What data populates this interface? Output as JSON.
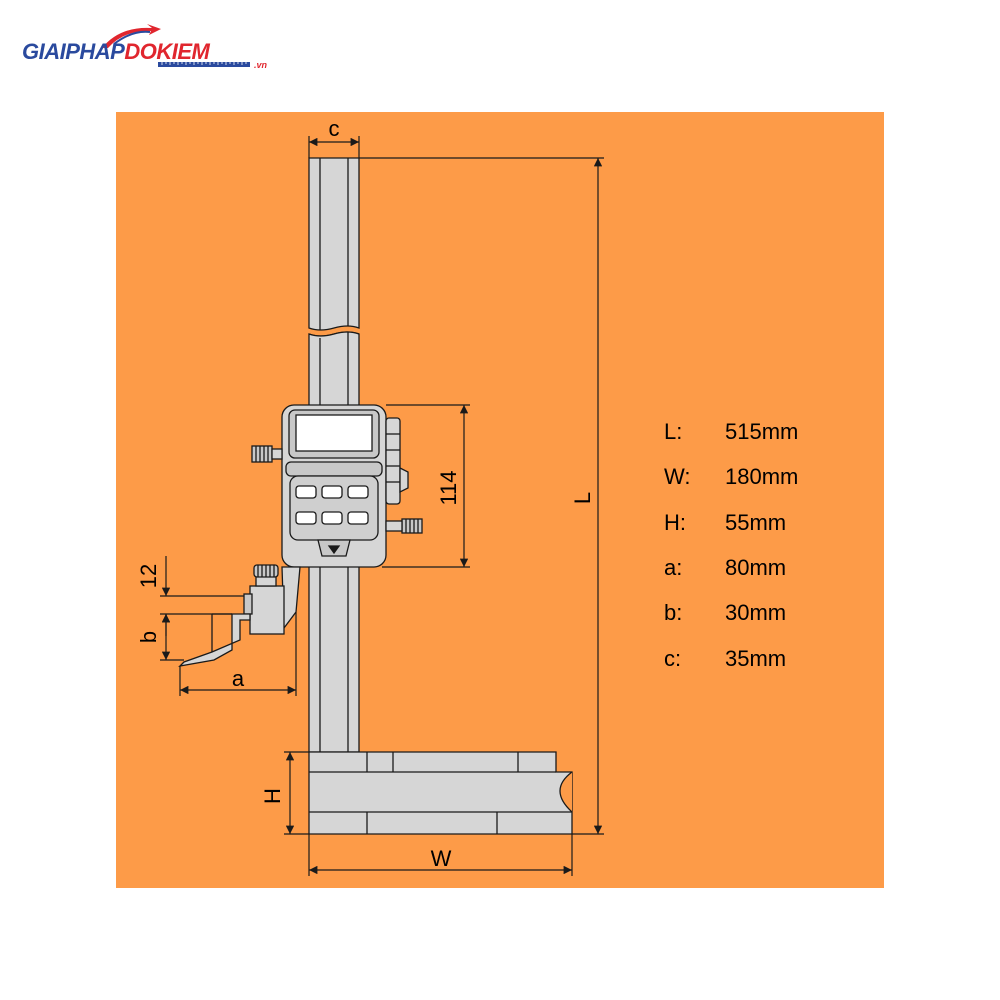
{
  "logo": {
    "text": "GIAIPHAPDOKIEM",
    "text_part1": "GIAIPHAP",
    "text_part2": "DOKIEM",
    "suffix": ".vn",
    "color_blue": "#2a4a9e",
    "color_red": "#e0262e"
  },
  "panel": {
    "background": "#fd9b48"
  },
  "labels": {
    "c": "c",
    "L": "L",
    "dim_114": "114",
    "dim_12": "12",
    "b": "b",
    "a": "a",
    "H": "H",
    "W": "W"
  },
  "specs": [
    {
      "key": "L:",
      "value": "515mm"
    },
    {
      "key": "W:",
      "value": "180mm"
    },
    {
      "key": "H:",
      "value": "55mm"
    },
    {
      "key": "a:",
      "value": "80mm"
    },
    {
      "key": "b:",
      "value": "30mm"
    },
    {
      "key": "c:",
      "value": "35mm"
    }
  ]
}
